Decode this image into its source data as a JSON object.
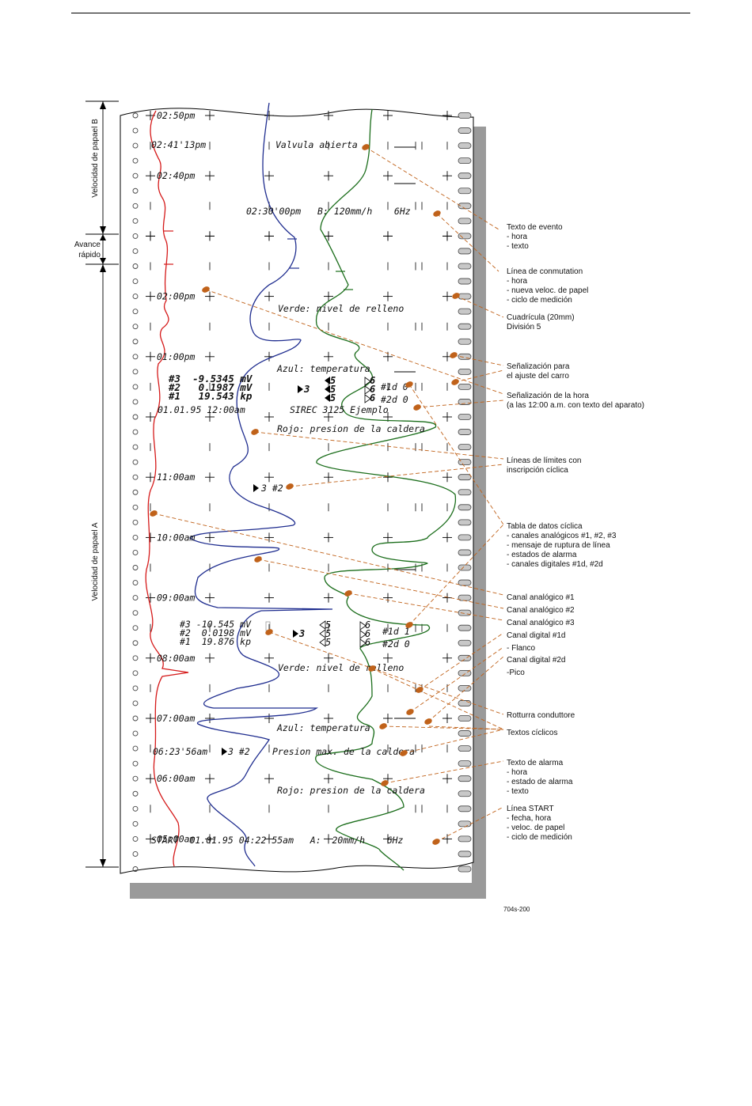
{
  "colors": {
    "red": "#d51a1a",
    "blue": "#1f2d8f",
    "green": "#1c6e1c",
    "marker": "#c0621a",
    "shadow": "#9a9a9a",
    "grid": "#000000"
  },
  "figure_id": "704s-200",
  "side_labels": {
    "speed_b": "Velocidad de papael B",
    "avance_1": "Avance",
    "avance_2": "rápido",
    "speed_a": "Velocidad de papael A"
  },
  "time_labels": [
    {
      "text": "02:50pm",
      "row": 0
    },
    {
      "text": "02:40pm",
      "row": 4
    },
    {
      "text": "02:00pm",
      "row": 12
    },
    {
      "text": "01:00pm",
      "row": 16
    },
    {
      "text": "11:00am",
      "row": 24
    },
    {
      "text": "10:00am",
      "row": 28
    },
    {
      "text": "09:00am",
      "row": 32
    },
    {
      "text": "08:00am",
      "row": 36
    },
    {
      "text": "07:00am",
      "row": 40
    },
    {
      "text": "06:00am",
      "row": 44
    },
    {
      "text": "05:00am",
      "row": 48
    }
  ],
  "chart_texts": {
    "event_time": "02:41'13pm",
    "event_text": "Valvula abierta",
    "switch_line": "02:30'00pm   B: 120mm/h    6Hz",
    "verde_1": "Verde: nivel de relleno",
    "azul_1": "Azul: temperatura",
    "hora_line": "01.01.95 12:00am",
    "device_text": "SIREC 3125 Ejemplo",
    "rojo_1": "Rojo: presion de la caldera",
    "cyc_small": "3 #2",
    "verde_2": "Verde: nivel de relleno",
    "azul_2": "Azul: temperatura",
    "alarm_time": "06:23'56am",
    "alarm_code": "3 #2",
    "alarm_text": "Presion max. de la caldera",
    "rojo_2": "Rojo: presion de la caldera",
    "start_line": "START  01.01.95 04:22'55am   A:  20mm/h    6Hz"
  },
  "data_table_1": {
    "rows": [
      "#3  -9.5345 mV",
      "#2   0.1987 mV",
      "#1   19.543 kp"
    ],
    "alarm_a": "3",
    "col5": [
      "5",
      "5",
      "5"
    ],
    "col6": [
      "6",
      "6",
      "6"
    ],
    "digital": [
      "#1d 0",
      "#2d 0"
    ]
  },
  "data_table_2": {
    "rows": [
      "#3 -10.545 mV",
      "#2  0.0198 mV",
      "#1  19.876 kp"
    ],
    "alarm_a": "3",
    "col5": [
      "5",
      "5",
      "5"
    ],
    "col6": [
      "6",
      "6",
      "6"
    ],
    "digital": [
      "#1d 1",
      "#2d 0"
    ]
  },
  "annotations": [
    {
      "id": "evento",
      "lines": [
        "Texto de evento",
        "- hora",
        "- texto"
      ]
    },
    {
      "id": "conmutation",
      "lines": [
        "Línea de conmutation",
        "- hora",
        "- nueva veloc. de papel",
        "- ciclo de medición"
      ]
    },
    {
      "id": "cuadricula",
      "lines": [
        "Cuadrícula (20mm)",
        "División 5"
      ]
    },
    {
      "id": "carro",
      "lines": [
        "Señalización para",
        "el ajuste del carro"
      ]
    },
    {
      "id": "hora",
      "lines": [
        "Señalización de la hora",
        "(a las 12:00 a.m. con texto del aparato)"
      ]
    },
    {
      "id": "limites",
      "lines": [
        "Líneas de límites con",
        "inscripción cíclica"
      ]
    },
    {
      "id": "tabla",
      "lines": [
        "Tabla de datos cíclica",
        "- canales analógicos  #1, #2, #3",
        "- mensaje de ruptura de línea",
        "- estados de alarma",
        "- canales digitales #1d, #2d"
      ]
    },
    {
      "id": "a1",
      "lines": [
        "Canal analógico #1"
      ]
    },
    {
      "id": "a2",
      "lines": [
        "Canal analógico #2"
      ]
    },
    {
      "id": "a3",
      "lines": [
        "Canal analógico #3"
      ]
    },
    {
      "id": "d1",
      "lines": [
        "Canal digital #1d"
      ]
    },
    {
      "id": "flanco",
      "lines": [
        "- Flanco"
      ]
    },
    {
      "id": "d2",
      "lines": [
        "Canal digital #2d"
      ]
    },
    {
      "id": "pico",
      "lines": [
        "-Pico"
      ]
    },
    {
      "id": "rotura",
      "lines": [
        "Rotturra conduttore"
      ]
    },
    {
      "id": "ciclicos",
      "lines": [
        "Textos cíclicos"
      ]
    },
    {
      "id": "alarma",
      "lines": [
        "Texto de alarma",
        "- hora",
        "- estado de alarma",
        "- texto"
      ]
    },
    {
      "id": "start",
      "lines": [
        "Línea START",
        "- fecha, hora",
        "- veloc. de papel",
        "- ciclo de medición"
      ]
    }
  ]
}
